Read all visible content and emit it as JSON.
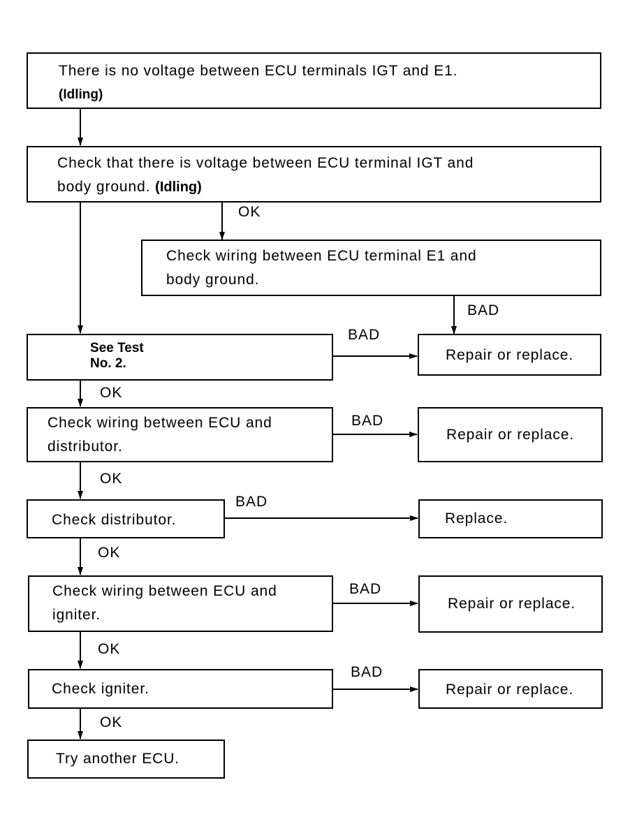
{
  "boxes": {
    "b1": {
      "line1": "There is no voltage between ECU terminals IGT and E1.",
      "line2": "(Idling)"
    },
    "b2": {
      "line1": "Check that there is voltage between ECU terminal IGT and",
      "line2": "body ground.",
      "line2_bold": "(Idling)"
    },
    "b3": {
      "line1": "Check wiring between ECU terminal E1 and",
      "line2": "body ground."
    },
    "b4": {
      "line1": "See Test",
      "line2": "No. 2."
    },
    "b5": {
      "text": "Repair or replace."
    },
    "b6": {
      "line1": "Check wiring between ECU and",
      "line2": "distributor."
    },
    "b7": {
      "text": "Repair or replace."
    },
    "b8": {
      "text": "Check distributor."
    },
    "b9": {
      "text": "Replace."
    },
    "b10": {
      "line1": "Check wiring between ECU and",
      "line2": "igniter."
    },
    "b11": {
      "text": "Repair or replace."
    },
    "b12": {
      "text": "Check igniter."
    },
    "b13": {
      "text": "Repair or replace."
    },
    "b14": {
      "text": "Try another ECU."
    }
  },
  "labels": {
    "ok1": "OK",
    "bad1": "BAD",
    "bad2": "BAD",
    "ok2": "OK",
    "bad3": "BAD",
    "ok3": "OK",
    "bad4": "BAD",
    "ok4": "OK",
    "bad5": "BAD",
    "ok5": "OK",
    "bad6": "BAD",
    "ok6": "OK"
  }
}
